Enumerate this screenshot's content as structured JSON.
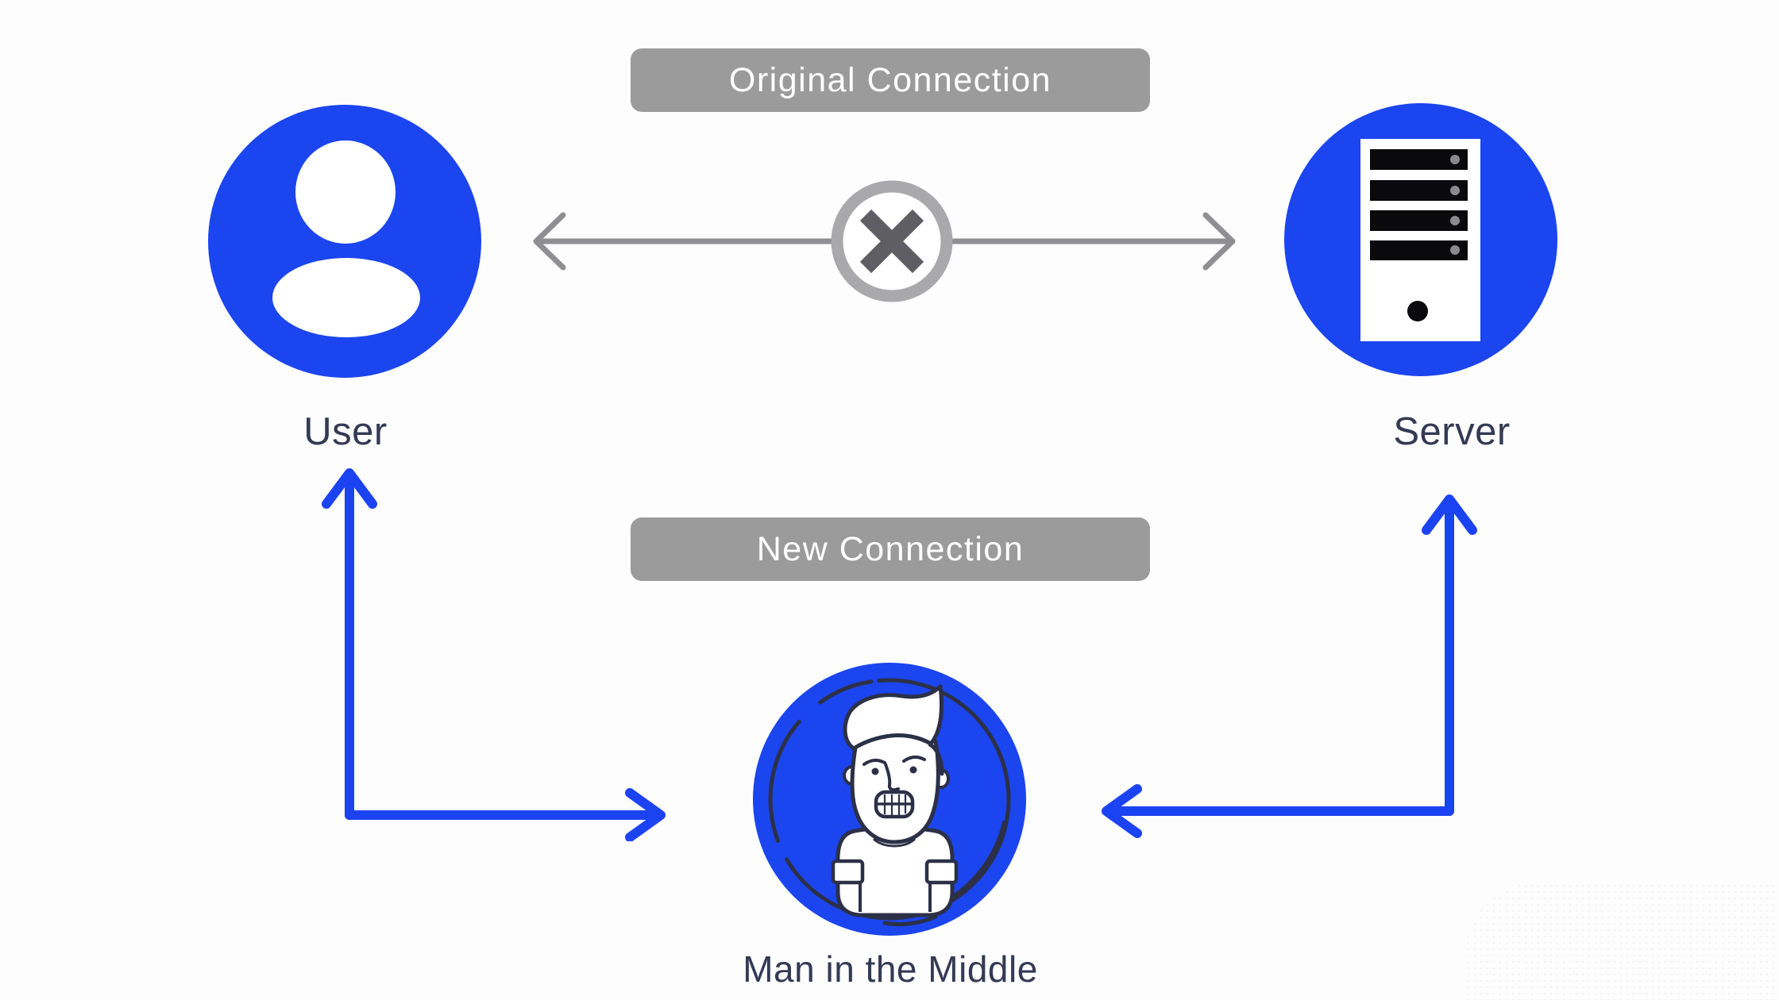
{
  "diagram_title": "Man in the Middle attack diagram",
  "background": "#fdfdfe",
  "colors": {
    "node_blue": "#1b45ee",
    "arrow_blue": "#1c43f2",
    "pill_gray": "#9b9b9b",
    "connector_gray": "#8f8f92",
    "ring_gray": "#a9a9ac",
    "x_gray": "#5e5e63",
    "text_dark": "#343a54",
    "outline_dark": "#2c3047",
    "white": "#ffffff",
    "server_bar_black": "#0a0a0c",
    "server_dot_gray": "#8a8a8e"
  },
  "connections": {
    "original": {
      "label": "Original Connection",
      "status": "blocked",
      "blocked_icon": "x-circle-icon",
      "arrow_style": "gray double-headed"
    },
    "new": {
      "label": "New Connection",
      "arrow_style": "blue L-shaped arrows through attacker"
    }
  },
  "nodes": {
    "user": {
      "label": "User",
      "icon": "user-icon"
    },
    "server": {
      "label": "Server",
      "icon": "server-icon"
    },
    "mitm": {
      "label": "Man in the Middle",
      "icon": "man-in-the-middle-icon"
    }
  }
}
